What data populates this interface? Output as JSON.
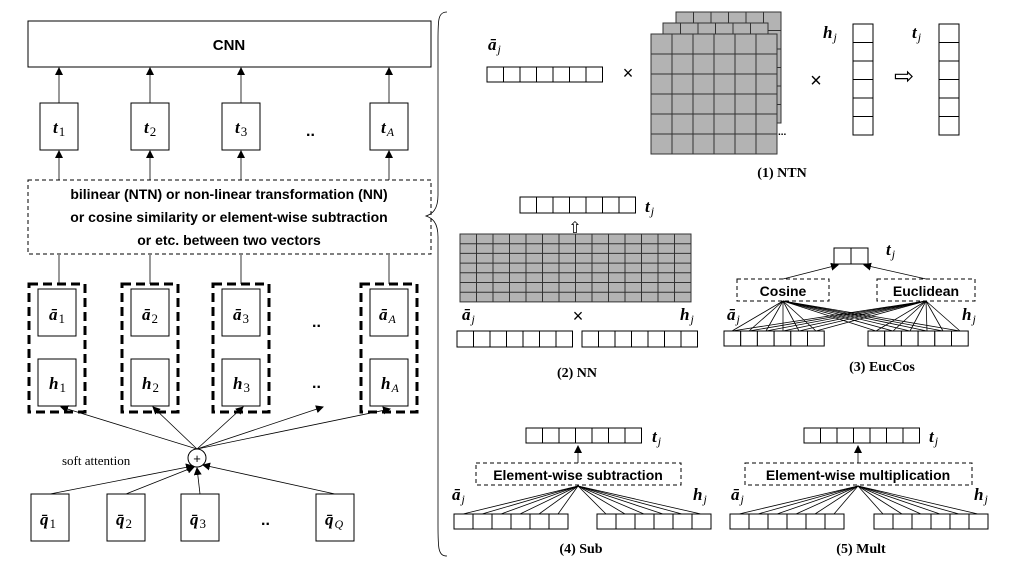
{
  "left": {
    "cnn_label": "CNN",
    "t_labels": [
      "t",
      "t",
      "t",
      "t"
    ],
    "t_subs": [
      "1",
      "2",
      "3",
      "A"
    ],
    "ellipsis": "..",
    "transform_lines": [
      "bilinear (NTN) or non-linear transformation (NN)",
      "or cosine similarity or element-wise subtraction",
      "or etc. between two vectors"
    ],
    "a_labels": [
      "ā",
      "ā",
      "ā",
      "ā"
    ],
    "a_subs": [
      "1",
      "2",
      "3",
      "A"
    ],
    "h_labels": [
      "h",
      "h",
      "h",
      "h"
    ],
    "h_subs": [
      "1",
      "2",
      "3",
      "A"
    ],
    "soft_attention": "soft attention",
    "plus": "+",
    "q_labels": [
      "q̄",
      "q̄",
      "q̄",
      "q̄"
    ],
    "q_subs": [
      "1",
      "2",
      "3",
      "Q"
    ]
  },
  "ntn": {
    "a": "ā",
    "a_sub": "j",
    "times": "×",
    "h": "h",
    "h_sub": "j",
    "t": "t",
    "t_sub": "j",
    "arrow": "⇨",
    "dots": "...",
    "caption": "(1) NTN"
  },
  "nn": {
    "t": "t",
    "t_sub": "j",
    "up_arrow": "⇧",
    "a": "ā",
    "a_sub": "j",
    "times": "×",
    "h": "h",
    "h_sub": "j",
    "caption": "(2) NN"
  },
  "euccos": {
    "t": "t",
    "t_sub": "j",
    "cosine": "Cosine",
    "euclidean": "Euclidean",
    "a": "ā",
    "a_sub": "j",
    "h": "h",
    "h_sub": "j",
    "caption": "(3) EucCos"
  },
  "sub": {
    "t": "t",
    "t_sub": "j",
    "label": "Element-wise subtraction",
    "a": "ā",
    "a_sub": "j",
    "h": "h",
    "h_sub": "j",
    "caption": "(4) Sub"
  },
  "mult": {
    "t": "t",
    "t_sub": "j",
    "label": "Element-wise multiplication",
    "a": "ā",
    "a_sub": "j",
    "h": "h",
    "h_sub": "j",
    "caption": "(5) Mult"
  }
}
